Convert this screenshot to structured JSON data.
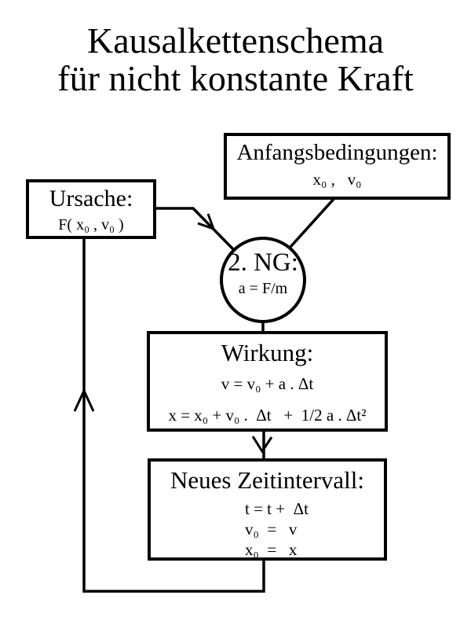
{
  "colors": {
    "background": "#ffffff",
    "ink": "#000000"
  },
  "title": {
    "line1": "Kausalkettenschema",
    "line2": "für nicht konstante Kraft"
  },
  "nodes": {
    "anfangsbedingungen": {
      "heading": "Anfangsbedingungen:",
      "values": "x₀ ,   v₀"
    },
    "ursache": {
      "heading": "Ursache:",
      "formula": "F( x₀ , v₀ )"
    },
    "newton": {
      "heading": "2. NG:",
      "formula": "a = F/m"
    },
    "wirkung": {
      "heading": "Wirkung:",
      "formula_velocity": "v = v₀ + a . Δt",
      "formula_position": "x = x₀ + v₀ .  Δt   +  1/2 a . Δt²"
    },
    "neues_zeitintervall": {
      "heading": "Neues Zeitintervall:",
      "update_time": "t = t +  Δt",
      "update_velocity": "v₀  =   v",
      "update_position": "x₀  =   x"
    }
  }
}
